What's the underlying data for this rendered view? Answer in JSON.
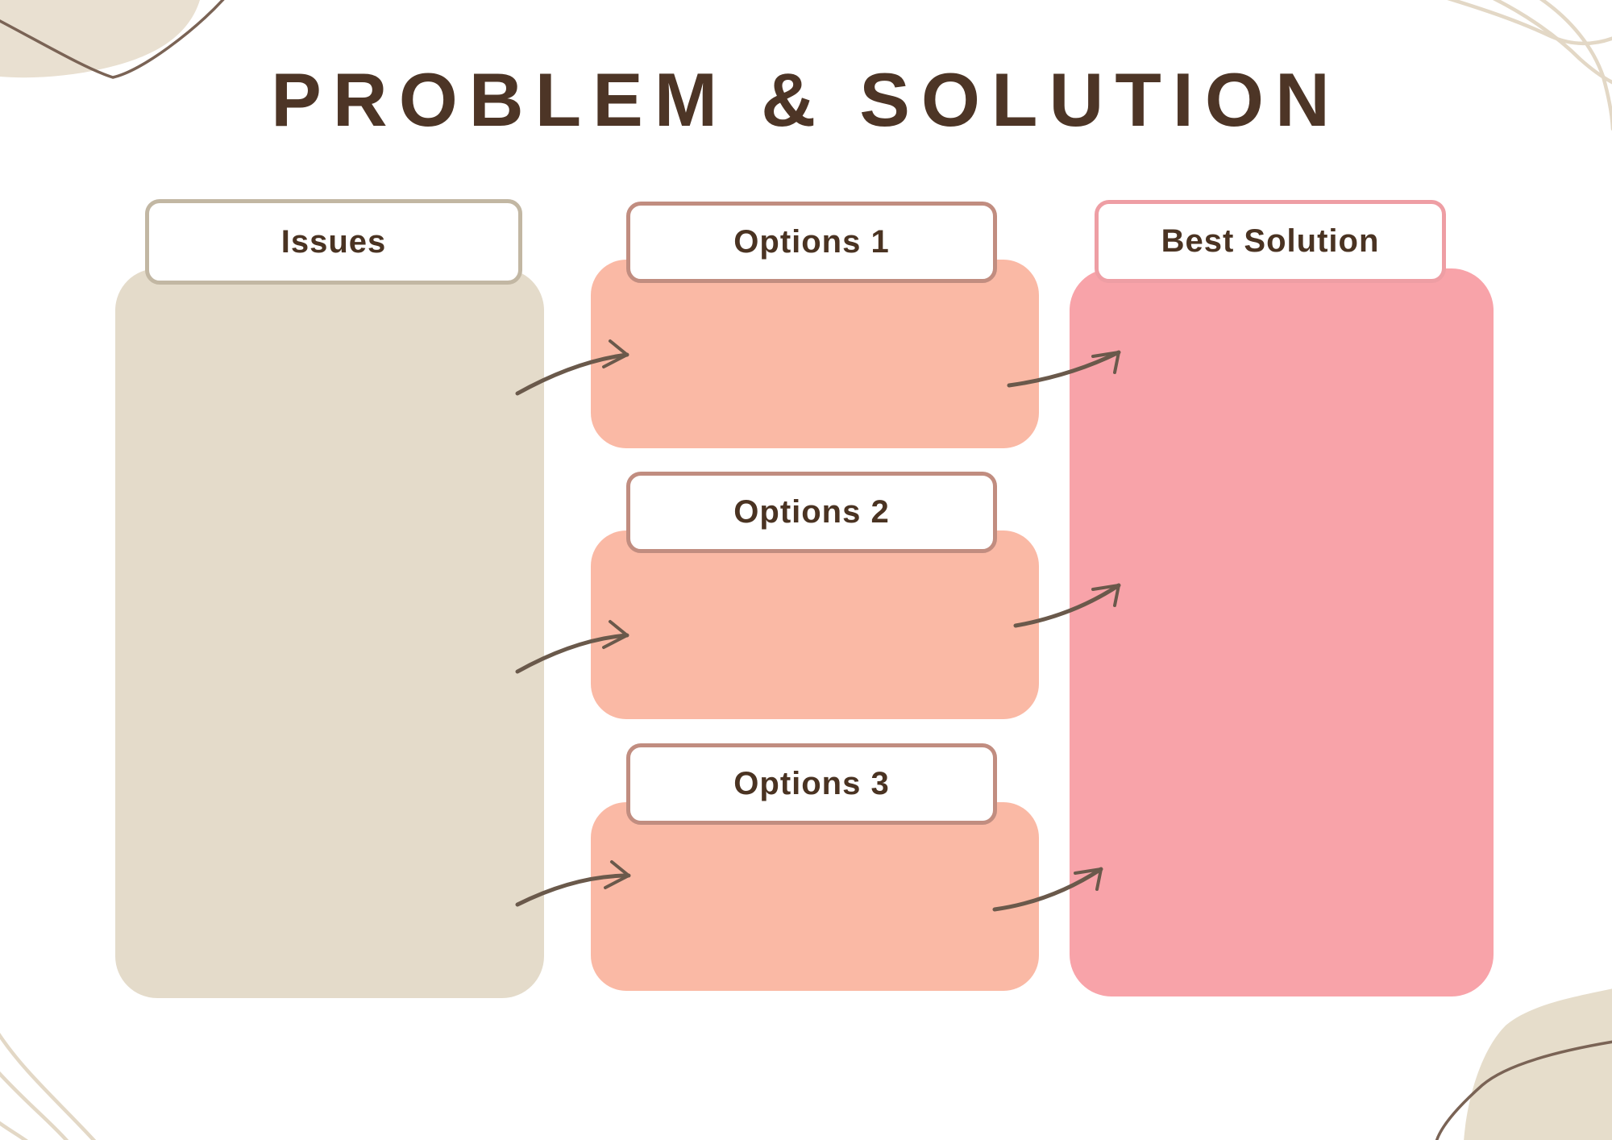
{
  "title": "PROBLEM & SOLUTION",
  "columns": {
    "issues": {
      "label": "Issues"
    },
    "options": [
      {
        "label": "Options 1"
      },
      {
        "label": "Options 2"
      },
      {
        "label": "Options 3"
      }
    ],
    "best": {
      "label": "Best Solution"
    }
  },
  "arrows": [
    "arrow-issues-to-option1",
    "arrow-issues-to-option2",
    "arrow-issues-to-option3",
    "arrow-option1-to-best",
    "arrow-option2-to-best",
    "arrow-option3-to-best"
  ],
  "decor": {
    "top_left": [
      "blob-icon",
      "curve-line-icon"
    ],
    "top_right": [
      "wavy-lines-icon"
    ],
    "bottom_left": [
      "wavy-lines-icon"
    ],
    "bottom_right": [
      "blob-icon",
      "curve-line-icon"
    ]
  },
  "colors": {
    "title_text": "#4D3526",
    "label_text": "#4A3322",
    "issues_panel": "#E4DBCA",
    "issues_label_border": "#C2B7A3",
    "options_panel": "#FAB9A5",
    "options_label_border": "#C18D80",
    "best_panel": "#F8A3A9",
    "best_label_border": "#EE9EA4",
    "arrow": "#6A594B",
    "decor_blob": "#E9E0D1",
    "decor_wave": "#E3D8C6",
    "decor_corner_line": "#7A6355"
  }
}
